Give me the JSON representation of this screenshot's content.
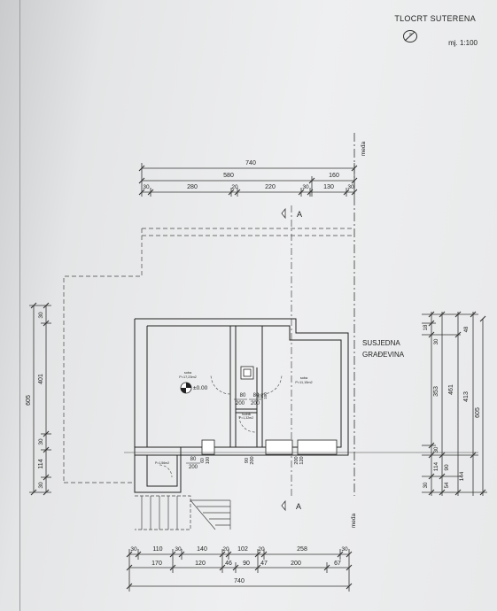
{
  "title": "TLOCRT SUTERENA",
  "scale": "mj. 1:100",
  "north_symbol": "north-arrow-circle",
  "neighbor_label": [
    "SUSJEDNA",
    "GRAĐEVINA"
  ],
  "meda_label": "međa",
  "section_mark": "A",
  "top_dims": {
    "total": "740",
    "row2": [
      "580",
      "160"
    ],
    "row3": [
      "30",
      "280",
      "20",
      "220",
      "30",
      "130",
      "30"
    ]
  },
  "bottom_dims": {
    "row1": [
      "30",
      "110",
      "30",
      "140",
      "20",
      "102",
      "20",
      "258",
      "30"
    ],
    "row2": [
      "170",
      "120",
      "46",
      "90",
      "47",
      "200",
      "67"
    ],
    "total": "740"
  },
  "left_dims": {
    "total": "605",
    "inner": [
      "401",
      "30",
      "114",
      "30",
      "30"
    ]
  },
  "right_dims": {
    "col1": [
      "18",
      "30",
      "353",
      "30",
      "114",
      "30"
    ],
    "col2": [
      "461",
      "90",
      "54"
    ],
    "col3": [
      "48",
      "413",
      "144"
    ],
    "col4": [
      "605"
    ]
  },
  "rooms": {
    "main_label": "soba",
    "main_area": "P=17,23m2",
    "level": "±0.00",
    "right_label": "soba",
    "right_area": "P=11,15m2",
    "hall_label": "hodnik",
    "hall_area": "P=1,32m2",
    "small_area": "P=1,56m2"
  },
  "openings": {
    "door1_top": "80",
    "door1_bottom": "200",
    "door2_top": "80",
    "door2_bottom": "200",
    "win_bottom1": [
      "90",
      "200"
    ],
    "win_bottom2": [
      "200",
      "120"
    ],
    "small_door": [
      "80",
      "200"
    ],
    "small_win": [
      "60",
      "100"
    ],
    "wall_stack": [
      "60",
      "90",
      "100"
    ]
  }
}
